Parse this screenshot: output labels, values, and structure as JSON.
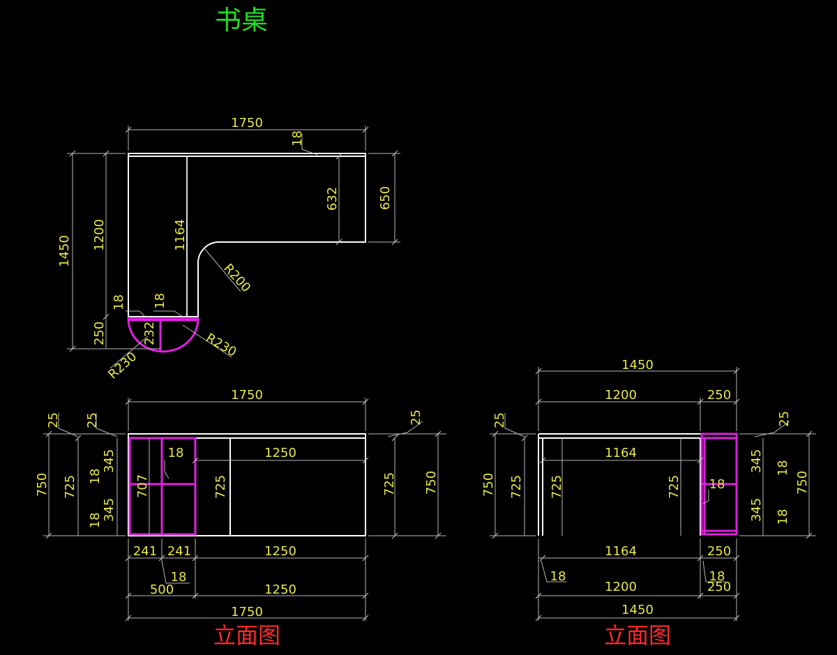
{
  "drawing": {
    "title": "书桌",
    "elevation_label_left": "立面图",
    "elevation_label_right": "立面图"
  },
  "plan_view": {
    "dims": {
      "top_width": "1750",
      "top_gap": "18",
      "total_height": "1450",
      "left_height": "1200",
      "inner_height": "1164",
      "right_inner": "632",
      "right_outer": "650",
      "fillet_radius": "R200",
      "bottom_left_thk": "18",
      "bottom_mid_thk": "18",
      "bottom_height": "250",
      "cabinet_depth": "232",
      "radius_left": "R230",
      "radius_right": "R230"
    }
  },
  "front_elevation": {
    "dims": {
      "top_width": "1750",
      "top_thk_left": "25",
      "top_thk_left2": "25",
      "top_thk_right": "25",
      "height_outer": "750",
      "height_inner": "725",
      "shelf_thk_1": "18",
      "shelf_thk_2": "18",
      "shelf_upper": "345",
      "shelf_lower": "345",
      "divider_thk": "18",
      "span_top": "1250",
      "cabinet_height": "707",
      "leg_height_mid": "725",
      "right_inner": "725",
      "right_outer": "750",
      "bay_left": "241",
      "bay_right": "241",
      "span_bottom": "1250",
      "divider_thk_bottom": "18",
      "cabinet_width": "500",
      "span_bottom2": "1250",
      "total_width": "1750"
    }
  },
  "side_elevation": {
    "dims": {
      "total_width_top": "1450",
      "width_left_top": "1200",
      "width_right_top": "250",
      "top_thk_left": "25",
      "top_thk_right": "25",
      "height_outer_left": "750",
      "height_inner_left": "725",
      "leg_height_left": "725",
      "inner_span": "1164",
      "leg_height_right": "725",
      "divider_thk": "18",
      "shelf_upper": "345",
      "shelf_thk_1": "18",
      "shelf_lower": "345",
      "shelf_thk_2": "18",
      "height_outer_right": "750",
      "inner_span_bottom": "1164",
      "width_right_bottom": "250",
      "leg_thk_left": "18",
      "leg_thk_right": "18",
      "width_left_bottom": "1200",
      "width_right_bottom2": "250",
      "total_width_bottom": "1450"
    }
  },
  "colors": {
    "background": "#000000",
    "outline": "#ffffff",
    "dimension_text": "#e8e84a",
    "dimension_line": "#b8b8b8",
    "board": "#e020e0",
    "title": "#22dd22",
    "label": "#ff2a2a"
  }
}
